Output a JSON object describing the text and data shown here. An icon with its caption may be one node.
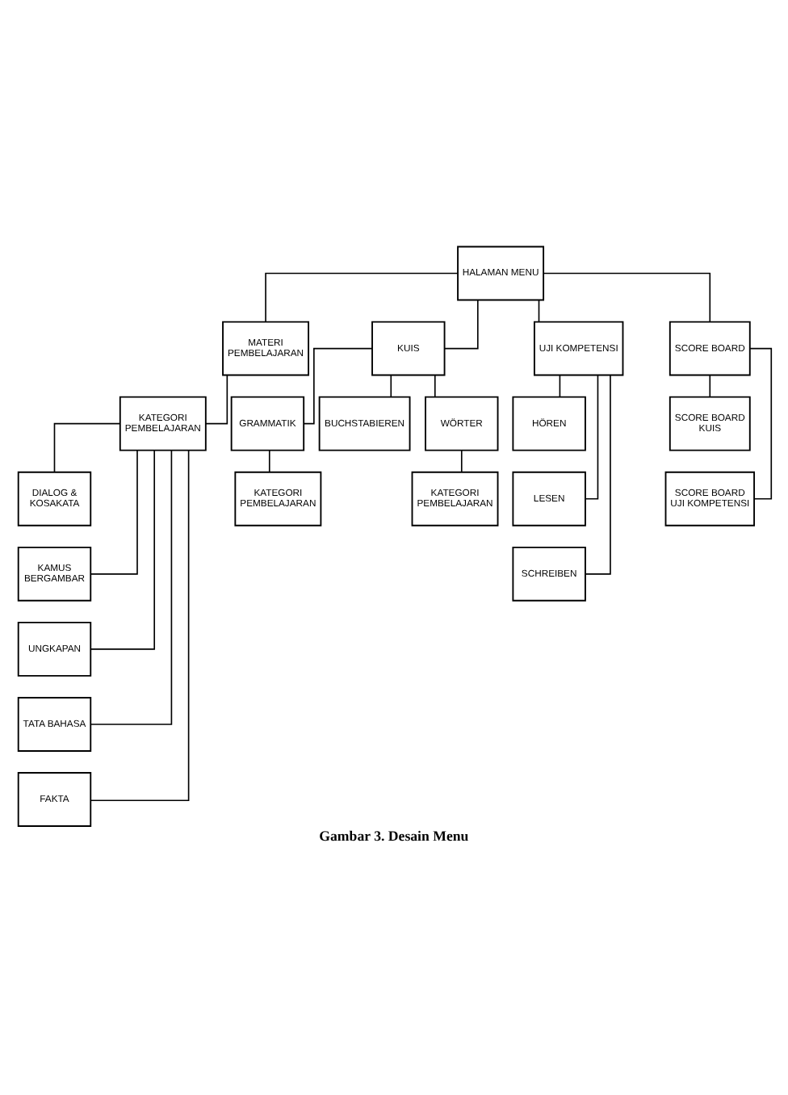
{
  "diagram": {
    "caption": "Gambar 3. Desain Menu",
    "nodes": [
      {
        "text": [
          "HALAMAN MENU"
        ]
      },
      {
        "text": [
          "MATERI PEMBELAJARAN"
        ]
      },
      {
        "text": [
          "KUIS"
        ]
      },
      {
        "text": [
          "UJI KOMPETENSI"
        ]
      },
      {
        "text": [
          "SCORE BOARD"
        ]
      },
      {
        "text": [
          "KATEGORI PEMBELAJARAN"
        ]
      },
      {
        "text": [
          "GRAMMATIK"
        ]
      },
      {
        "text": [
          "BUCHSTABIEREN"
        ]
      },
      {
        "text": [
          "WÖRTER"
        ]
      },
      {
        "text": [
          "HÖREN"
        ]
      },
      {
        "text": [
          "SCORE BOARD KUIS"
        ]
      },
      {
        "text": [
          "DIALOG & KOSAKATA"
        ]
      },
      {
        "text": [
          "KATEGORI PEMBELAJARAN"
        ]
      },
      {
        "text": [
          "KATEGORI PEMBELAJARAN"
        ]
      },
      {
        "text": [
          "LESEN"
        ]
      },
      {
        "text": [
          "SCORE BOARD UJI KOMPETENSI"
        ]
      },
      {
        "text": [
          "KAMUS BERGAMBAR"
        ]
      },
      {
        "text": [
          "SCHREIBEN"
        ]
      },
      {
        "text": [
          "UNGKAPAN"
        ]
      },
      {
        "text": [
          "TATA BAHASA"
        ]
      },
      {
        "text": [
          "FAKTA"
        ]
      }
    ],
    "edges": [
      {
        "from": 0,
        "to": 1,
        "arrow": "none"
      },
      {
        "from": 0,
        "to": 2,
        "arrow": "none"
      },
      {
        "from": 0,
        "to": 3,
        "arrow": "none"
      },
      {
        "from": 0,
        "to": 4,
        "arrow": "none"
      },
      {
        "from": 1,
        "to": 5,
        "arrow": "none"
      },
      {
        "from": 2,
        "to": 6,
        "arrow": "none"
      },
      {
        "from": 2,
        "to": 7,
        "arrow": "none"
      },
      {
        "from": 2,
        "to": 8,
        "arrow": "none"
      },
      {
        "from": 3,
        "to": 9,
        "arrow": "none"
      },
      {
        "from": 3,
        "to": 14,
        "arrow": "none"
      },
      {
        "from": 3,
        "to": 17,
        "arrow": "none"
      },
      {
        "from": 4,
        "to": 10,
        "arrow": "none"
      },
      {
        "from": 4,
        "to": 15,
        "arrow": "none"
      },
      {
        "from": 5,
        "to": 11,
        "arrow": "none"
      },
      {
        "from": 5,
        "to": 16,
        "arrow": "none"
      },
      {
        "from": 5,
        "to": 18,
        "arrow": "none"
      },
      {
        "from": 5,
        "to": 19,
        "arrow": "none"
      },
      {
        "from": 5,
        "to": 20,
        "arrow": "none"
      },
      {
        "from": 6,
        "to": 12,
        "arrow": "none"
      },
      {
        "from": 8,
        "to": 13,
        "arrow": "none"
      }
    ]
  }
}
